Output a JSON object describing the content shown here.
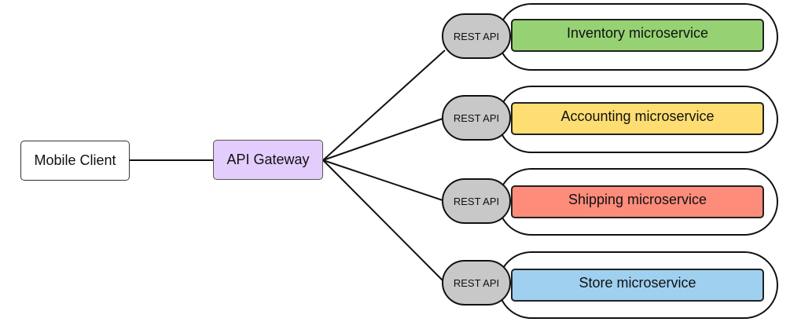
{
  "client": {
    "label": "Mobile Client"
  },
  "gateway": {
    "label": "API Gateway"
  },
  "services": [
    {
      "label": "Inventory microservice",
      "api": "REST API",
      "color": "#96d274"
    },
    {
      "label": "Accounting microservice",
      "api": "REST API",
      "color": "#fedd72"
    },
    {
      "label": "Shipping microservice",
      "api": "REST API",
      "color": "#fd8c7b"
    },
    {
      "label": "Store microservice",
      "api": "REST API",
      "color": "#9fd0f0"
    }
  ]
}
